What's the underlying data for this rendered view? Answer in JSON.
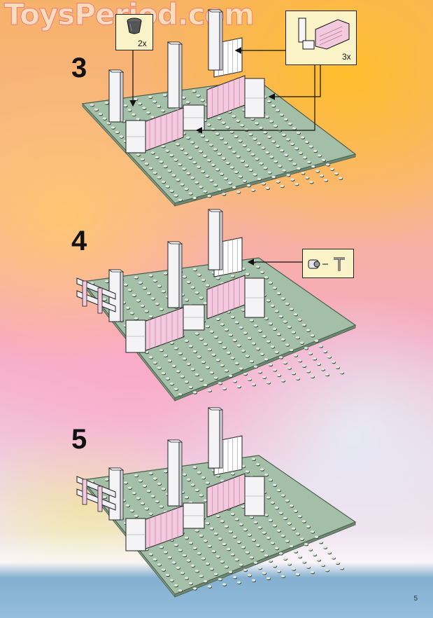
{
  "watermark": "ToysPeriod.com",
  "page_number": "5",
  "steps": [
    {
      "number": "3",
      "callouts": [
        {
          "quantity": "2x"
        },
        {
          "quantity": "3x"
        }
      ]
    },
    {
      "number": "4"
    },
    {
      "number": "5"
    }
  ],
  "colors": {
    "baseplate": "#a3bfa7",
    "stud": "#dfe9df",
    "fence_pink": "#f3c9dd",
    "brick_white": "#f4f4f6",
    "callout_bg": "#fbf3c8"
  }
}
